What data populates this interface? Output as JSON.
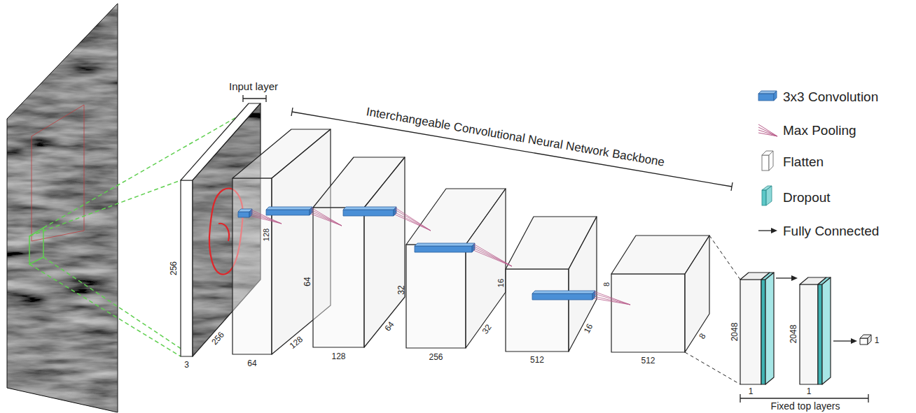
{
  "diagram": {
    "labels": [
      "Input layer",
      "Interchangeable Convolutional Neural Network Backbone",
      "256",
      "256",
      "3",
      "128",
      "128",
      "64",
      "64",
      "64",
      "128",
      "32",
      "32",
      "256",
      "16",
      "16",
      "512",
      "8",
      "8",
      "512",
      "2048",
      "1",
      "2048",
      "1",
      "1",
      "Fixed top layers"
    ],
    "legend": [
      {
        "text": "3x3 Convolution",
        "color": "#4a8fd6"
      },
      {
        "text": "Max Pooling"
      },
      {
        "text": "Flatten"
      },
      {
        "text": "Dropout",
        "color": "#5cc7c7"
      },
      {
        "text": "Fully Connected"
      }
    ]
  }
}
